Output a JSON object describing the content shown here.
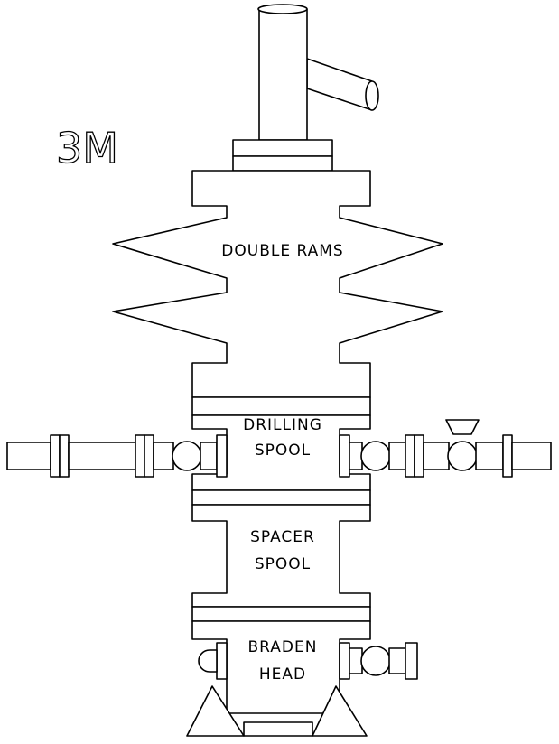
{
  "pressure_rating": "3M",
  "components": {
    "double_rams": "DOUBLE RAMS",
    "drilling_spool_line1": "DRILLING",
    "drilling_spool_line2": "SPOOL",
    "spacer_spool_line1": "SPACER",
    "spacer_spool_line2": "SPOOL",
    "braden_head_line1": "BRADEN",
    "braden_head_line2": "HEAD"
  }
}
